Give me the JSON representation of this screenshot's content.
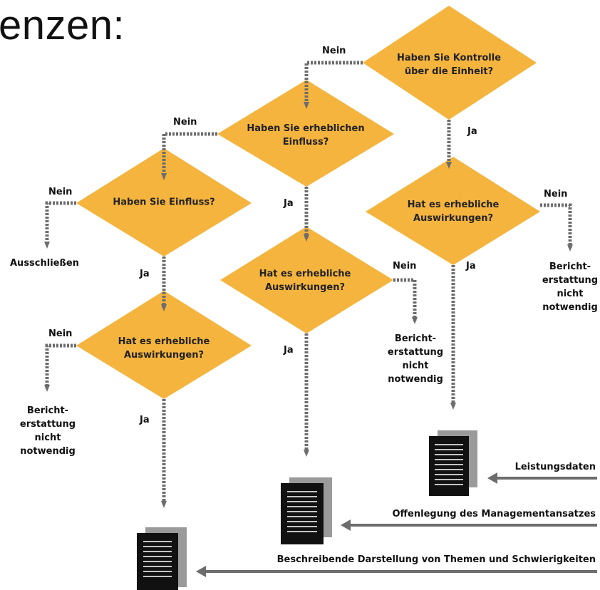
{
  "title": "enzen:",
  "decisions": {
    "control": "Haben Sie Kontrolle\nüber die Einheit?",
    "significant_influence": "Haben Sie erheblichen\nEinfluss?",
    "influence": "Haben Sie Einfluss?",
    "impact_middle": "Hat es erhebliche\nAuswirkungen?",
    "impact_right": "Hat es erhebliche\nAuswirkungen?",
    "impact_left": "Hat es erhebliche\nAuswirkungen?"
  },
  "labels": {
    "nein": "Nein",
    "ja": "Ja"
  },
  "outcomes": {
    "exclude": "Ausschließen",
    "no_report": "Bericht-\nerstattung\nnicht\nnotwendig"
  },
  "disclosures": {
    "performance_data": "Leistungsdaten",
    "management_approach": "Offenlegung des Managementansatzes",
    "narrative": "Beschreibende Darstellung von Themen und Schwierigkeiten"
  },
  "colors": {
    "diamond": "#f4b43e",
    "connector": "#6d6d6d",
    "document_dark": "#111111",
    "document_shadow": "#9a9a9a"
  }
}
